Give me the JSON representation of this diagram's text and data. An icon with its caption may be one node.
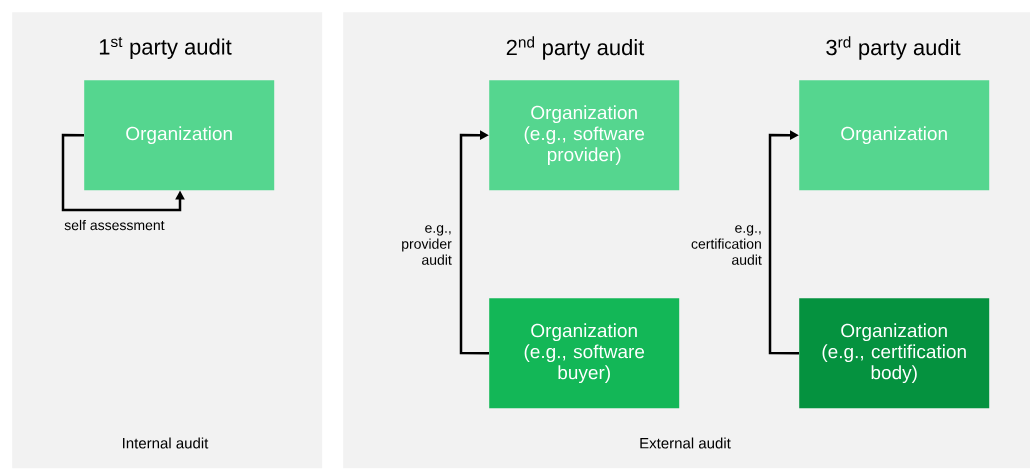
{
  "diagram": {
    "nodes": [
      {
        "text": [
          "Internal audit"
        ]
      },
      {
        "text": [
          "Organization"
        ],
        "in": 0
      },
      {
        "text": [
          "External audit"
        ]
      },
      {
        "text": [
          "Organization (e.g., software provider)"
        ],
        "in": 2
      },
      {
        "text": [
          "Organization (e.g., software buyer)"
        ],
        "in": 2
      },
      {
        "text": [
          "Organization"
        ],
        "in": 2
      },
      {
        "text": [
          "Organization (e.g., certification body)"
        ],
        "in": 2
      }
    ],
    "edges": [
      {
        "from": 1,
        "to": 1,
        "arrow": "to",
        "label": "self assessment"
      },
      {
        "from": 4,
        "to": 3,
        "arrow": "to",
        "label": "e.g., provider audit"
      },
      {
        "from": 6,
        "to": 5,
        "arrow": "to",
        "label": "e.g., certification audit"
      }
    ],
    "labels": [
      "1$^{st}$ party audit",
      "2$^{nd}$ party audit",
      "3$^{rd}$ party audit"
    ]
  }
}
